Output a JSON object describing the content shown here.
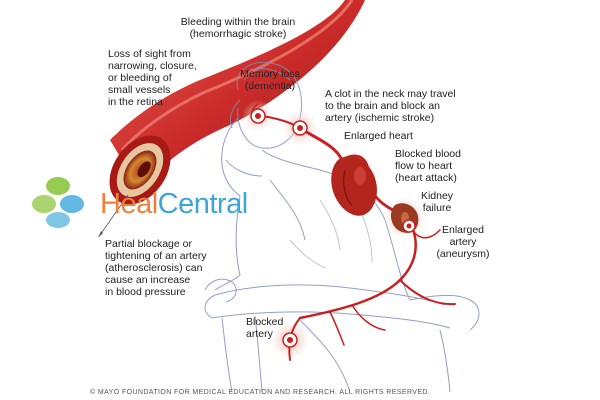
{
  "labels": {
    "hemorrhagic": "Bleeding within the brain\n(hemorrhagic stroke)",
    "sight": "Loss of sight from\nnarrowing, closure,\nor bleeding of\nsmall vessels\nin the retina",
    "memory": "Memory loss\n(dementia)",
    "clot": "A clot in the neck may travel\nto the brain and block an\nartery (ischemic stroke)",
    "enlarged_heart": "Enlarged heart",
    "heart_attack": "Blocked blood\nflow to heart\n(heart attack)",
    "kidney": "Kidney\nfailure",
    "aneurysm": "Enlarged\nartery\n(aneurysm)",
    "atherosclerosis": "Partial blockage or\ntightening of an artery\n(atherosclerosis) can\ncause an increase\nin blood pressure",
    "blocked_artery": "Blocked\nartery"
  },
  "watermark": {
    "part1": "Heal",
    "part2": "Central"
  },
  "copyright": "© MAYO FOUNDATION FOR MEDICAL EDUCATION AND RESEARCH. ALL RIGHTS RESERVED.",
  "colors": {
    "artery": "#c8201e",
    "artery_highlight": "#e24a40",
    "sketch": "#7f8fb8",
    "glow": "#f6c7bf",
    "logo_green": "#8cc63f",
    "logo_blue": "#3ba6d8",
    "watermark_orange": "#f07f3a"
  }
}
